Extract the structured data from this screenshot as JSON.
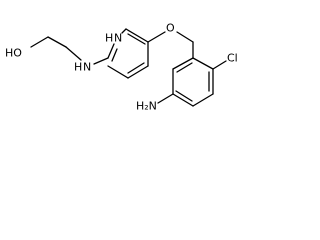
{
  "molecule": {
    "atoms": {
      "ho": "HO",
      "nh_amine": "N",
      "h_amine": "H",
      "n_ring": "N",
      "h_ring": "H",
      "o_ether": "O",
      "cl": "Cl",
      "nh2_n": "H",
      "nh2_h2": "₂",
      "nh2_full": "H₂N"
    }
  }
}
